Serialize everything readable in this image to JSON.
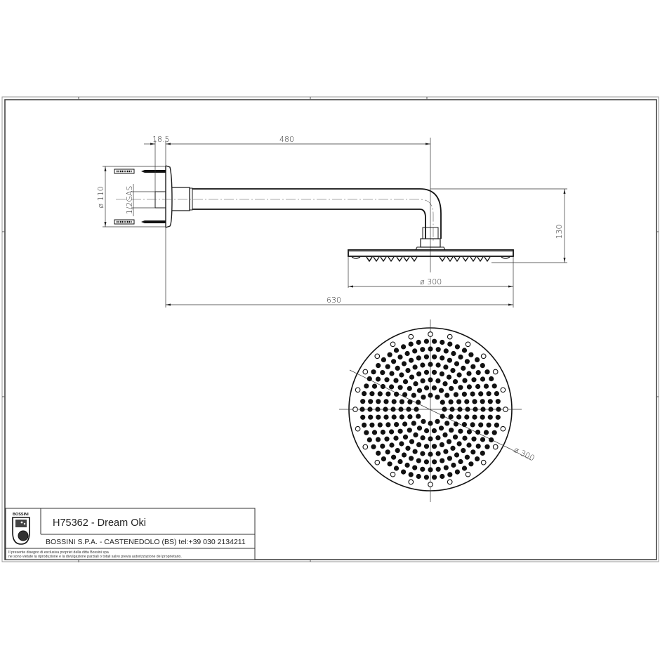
{
  "drawing": {
    "product_code": "H75362",
    "product_name": "Dream Oki",
    "title": "H75362 - Dream Oki",
    "company_line": "BOSSINI S.P.A. - CASTENEDOLO (BS) tel:+39 030 2134211",
    "logo_text": "BOSSINI",
    "legal_note_line1": "Il presente disegno   di esclusiva propriet   della ditta Bossini spa",
    "legal_note_line2": "ne sono vietate la riproduzione e la divulgazione parziali o totali salvo previa autorizzazione del proprietario."
  },
  "dimensions": {
    "wall_plate_offset": "18.5",
    "arm_length": "480",
    "total_length": "630",
    "drop_height": "130",
    "head_diameter_side": "ø 300",
    "head_diameter_plan": "ø 300",
    "plate_diameter": "ø 110",
    "thread": "1/2GAS"
  },
  "views": {
    "side_view": "side elevation of wall-mounted shower arm with round head",
    "plan_view": "bottom view of round shower head nozzle pattern"
  },
  "colors": {
    "line": "#1a1a1a",
    "background": "#ffffff",
    "frame": "#555555"
  }
}
